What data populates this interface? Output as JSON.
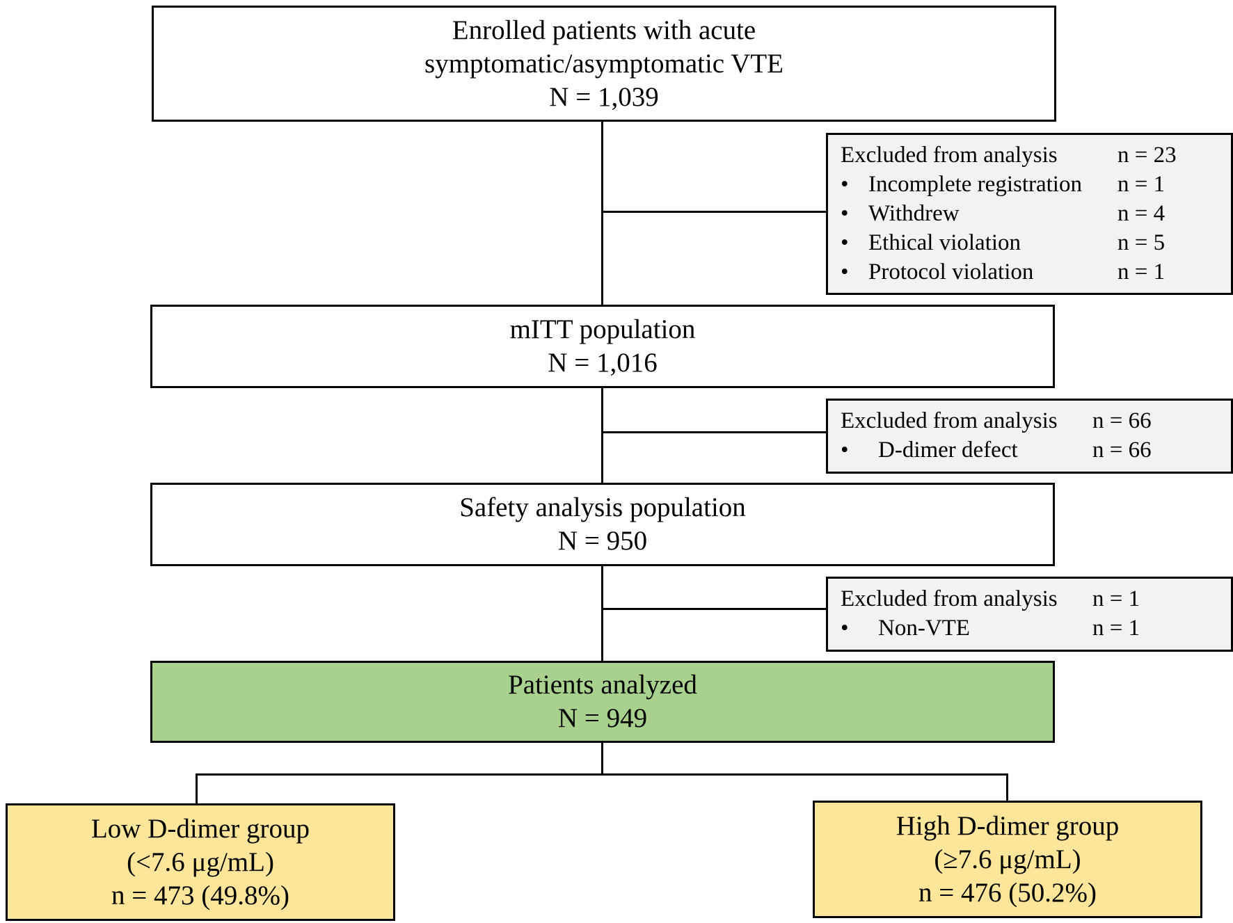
{
  "enrolled": {
    "line1": "Enrolled patients with acute",
    "line2": "symptomatic/asymptomatic VTE",
    "count": "N = 1,039"
  },
  "exclusion1": {
    "title": "Excluded from analysis",
    "title_count": "n = 23",
    "items": [
      {
        "label": "Incomplete registration",
        "count": "n = 1"
      },
      {
        "label": "Withdrew",
        "count": "n = 4"
      },
      {
        "label": "Ethical violation",
        "count": "n = 5"
      },
      {
        "label": "Protocol violation",
        "count": "n = 1"
      }
    ]
  },
  "mitt": {
    "title": "mITT population",
    "count": "N = 1,016"
  },
  "exclusion2": {
    "title": "Excluded from analysis",
    "title_count": "n = 66",
    "items": [
      {
        "label": "D-dimer defect",
        "count": "n = 66"
      }
    ]
  },
  "safety": {
    "title": "Safety analysis population",
    "count": "N = 950"
  },
  "exclusion3": {
    "title": "Excluded from analysis",
    "title_count": "n = 1",
    "items": [
      {
        "label": "Non-VTE",
        "count": "n = 1"
      }
    ]
  },
  "analyzed": {
    "title": "Patients analyzed",
    "count": "N = 949"
  },
  "low_group": {
    "title": "Low D-dimer group",
    "range": "(<7.6 μg/mL)",
    "count": "n = 473 (49.8%)"
  },
  "high_group": {
    "title": "High D-dimer group",
    "range": "(≥7.6 μg/mL)",
    "count": "n = 476 (50.2%)"
  },
  "bullet_symbol": "•",
  "colors": {
    "analyzed_fill": "#a9d18e",
    "group_fill": "#fde59a",
    "exclusion_fill": "#f2f2f2"
  }
}
